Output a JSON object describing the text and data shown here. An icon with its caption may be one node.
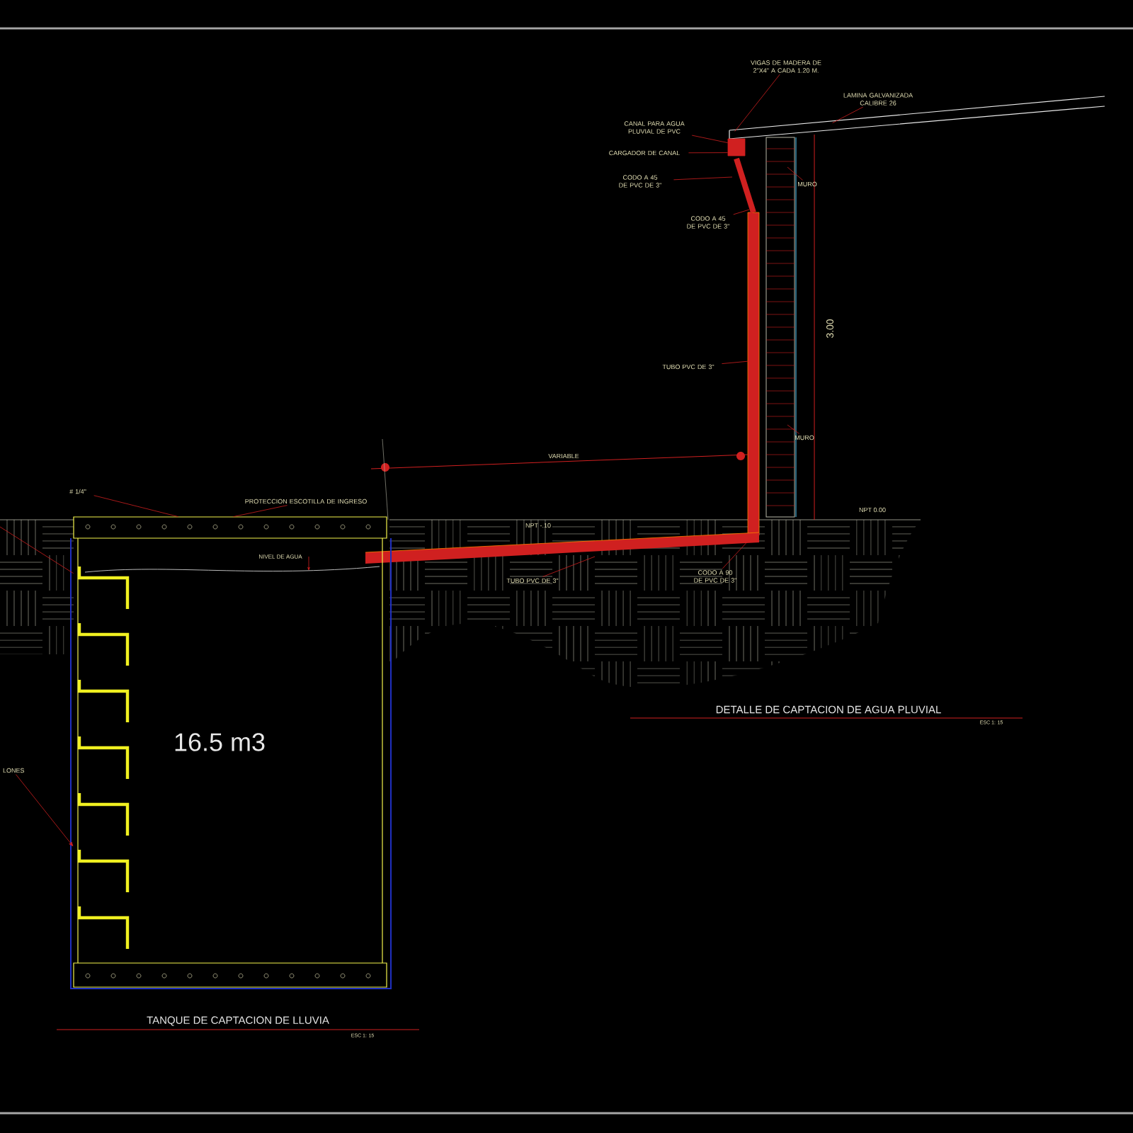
{
  "diagram": {
    "nodes": [
      {
        "text": [
          "VIGAS DE MADERA DE 2\"X4\" A CADA 1.20 M."
        ]
      },
      {
        "text": [
          "LAMINA GALVANIZADA CALIBRE 26"
        ]
      },
      {
        "text": [
          "CANAL PARA AGUA PLUVIAL DE PVC"
        ]
      },
      {
        "text": [
          "CARGADOR DE CANAL"
        ]
      },
      {
        "text": [
          "CODO A 45 DE PVC DE 3\""
        ]
      },
      {
        "text": [
          "CODO A 45 DE PVC DE 3\""
        ]
      },
      {
        "text": [
          "MURO"
        ]
      },
      {
        "text": [
          "TUBO PVC DE 3\""
        ]
      },
      {
        "text": [
          "MURO"
        ]
      },
      {
        "text": [
          "TUBO PVC DE 3\""
        ]
      },
      {
        "text": [
          "CODO A 90 DE PVC DE 3\""
        ]
      },
      {
        "text": [
          "# 1/4\""
        ]
      },
      {
        "text": [
          "PROTECCION ESCOTILLA DE INGRESO"
        ]
      },
      {
        "text": [
          "LONES"
        ]
      },
      {
        "text": [],
        "shape": "picture"
      },
      {
        "text": [],
        "shape": "box"
      },
      {
        "text": [],
        "shape": "picture"
      }
    ],
    "edges": [
      {
        "from": 0,
        "to": 14,
        "arrow": "none"
      },
      {
        "from": 1,
        "to": 14,
        "arrow": "none"
      },
      {
        "from": 2,
        "to": 15,
        "arrow": "none"
      },
      {
        "from": 3,
        "to": 15,
        "arrow": "none"
      },
      {
        "from": 4,
        "to": null,
        "arrow": "none"
      },
      {
        "from": 5,
        "to": null,
        "arrow": "none"
      },
      {
        "from": 6,
        "to": null,
        "arrow": "none"
      },
      {
        "from": 7,
        "to": null,
        "arrow": "none"
      },
      {
        "from": 8,
        "to": null,
        "arrow": "none"
      },
      {
        "from": 9,
        "to": null,
        "arrow": "none"
      },
      {
        "from": 10,
        "to": null,
        "arrow": "none"
      },
      {
        "from": 11,
        "to": 16,
        "arrow": "none"
      },
      {
        "from": 12,
        "to": 16,
        "arrow": "none"
      },
      {
        "from": 13,
        "to": 16,
        "arrow": "to"
      },
      {
        "from": null,
        "to": 16,
        "arrow": "none"
      }
    ],
    "labels": [
      "3.00",
      "VARIABLE",
      "NPT 0.00",
      "NPT -.10",
      "NIVEL DE AGUA",
      "16.5 m3",
      "DETALLE DE CAPTACION DE AGUA PLUVIAL",
      "ESC 1: 15",
      "TANQUE DE CAPTACION DE LLUVIA",
      "ESC 1: 15"
    ]
  }
}
